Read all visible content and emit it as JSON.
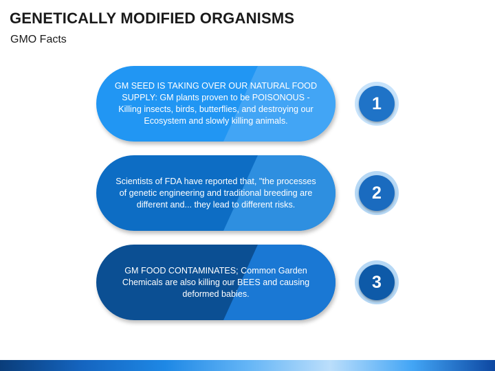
{
  "title": "GENETICALLY MODIFIED ORGANISMS",
  "subtitle": "GMO Facts",
  "facts": [
    {
      "number": "1",
      "text": "GM SEED IS TAKING OVER OUR NATURAL FOOD SUPPLY: GM plants proven to be POISONOUS - Killing insects, birds, butterflies, and destroying our Ecosystem and slowly killing animals.",
      "color_dark": "#2196f3",
      "color_light": "#42a5f5",
      "badge_ring": "#c7e3fb",
      "badge_fill": "#1f73c7"
    },
    {
      "number": "2",
      "text": "Scientists of FDA have reported that, \"the processes of genetic engineering and traditional breeding are different and... they lead to different risks.",
      "color_dark": "#0d6dc4",
      "color_light": "#2e8fe0",
      "badge_ring": "#b6d8f5",
      "badge_fill": "#1a6bbf"
    },
    {
      "number": "3",
      "text": "GM FOOD CONTAMINATES; Common Garden Chemicals are also killing our BEES and causing deformed babies.",
      "color_dark": "#0b4f93",
      "color_light": "#1a78d4",
      "badge_ring": "#b6d8f5",
      "badge_fill": "#0e5aa8"
    }
  ],
  "footer_colors": [
    "#0a3d7a",
    "#1565c0",
    "#1e88e5",
    "#64b5f6",
    "#bbdefb",
    "#42a5f5",
    "#0d47a1"
  ]
}
